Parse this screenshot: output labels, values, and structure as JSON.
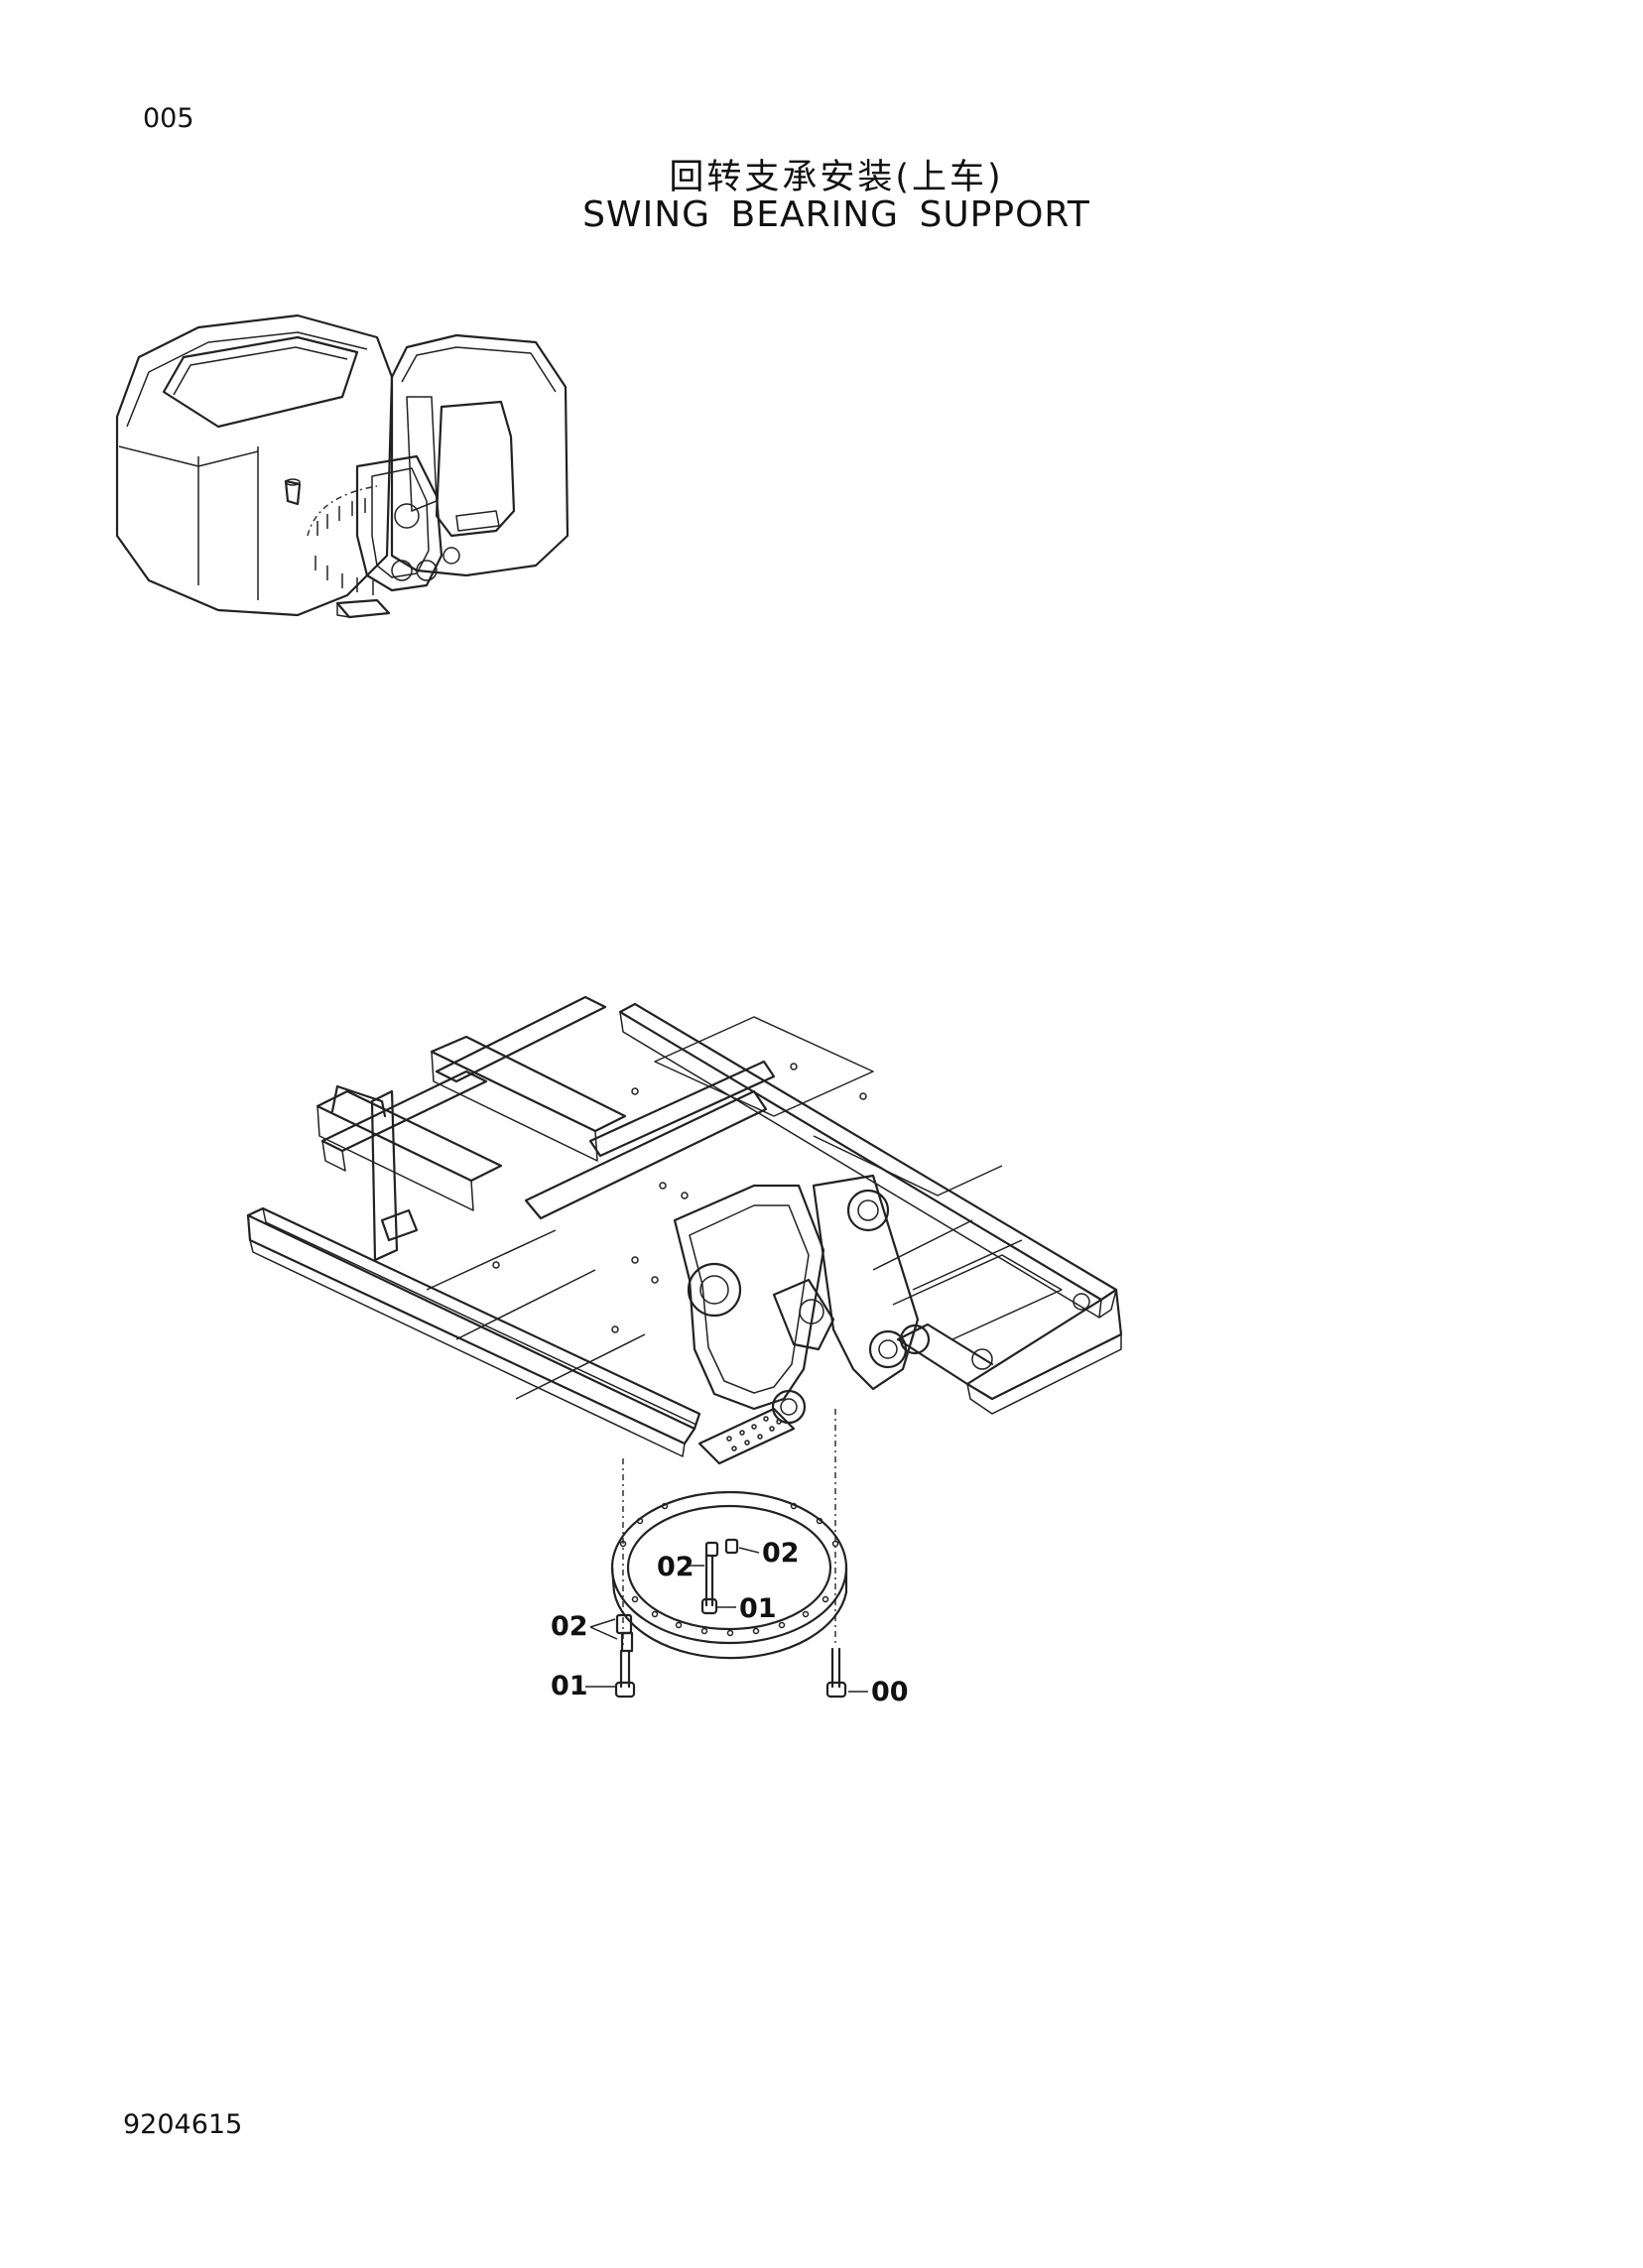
{
  "header": {
    "page_number": "005",
    "title_cn": "回转支承安装(上车)",
    "title_en": "SWING BEARING SUPPORT"
  },
  "footer": {
    "document_number": "9204615"
  },
  "callouts": {
    "c1": "02",
    "c2": "02",
    "c3": "01",
    "c4": "02",
    "c5": "01",
    "c6": "00"
  }
}
